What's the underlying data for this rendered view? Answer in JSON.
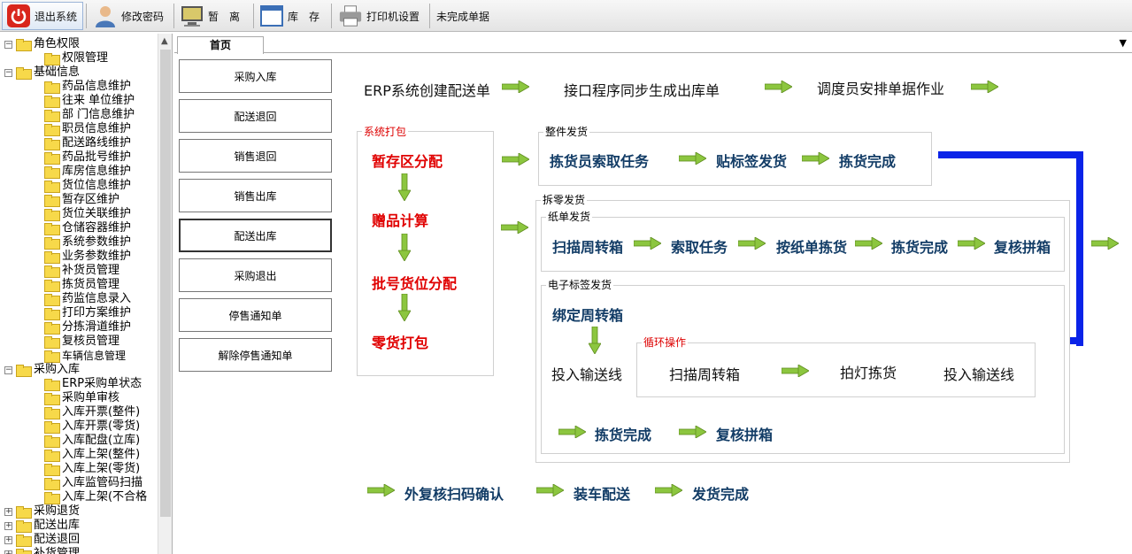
{
  "toolbar": {
    "logout": "退出系统",
    "change_password": "修改密码",
    "hold": "暂　离",
    "inventory": "库　存",
    "printer_settings": "打印机设置",
    "unfinished": "未完成单据"
  },
  "tree": {
    "items": [
      "角色权限",
      "权限管理",
      "基础信息",
      "药品信息维护",
      "往来 单位维护",
      "部 门信息维护",
      "职员信息维护",
      "配送路线维护",
      "药品批号维护",
      "库房信息维护",
      "货位信息维护",
      "暂存区维护",
      "货位关联维护",
      "仓储容器维护",
      "系统参数维护",
      "业务参数维护",
      "补货员管理",
      "拣货员管理",
      "药监信息录入",
      "打印方案维护",
      "分拣滑道维护",
      "复核员管理",
      "车辆信息管理",
      "采购入库",
      "ERP采购单状态",
      "采购单审核",
      "入库开票(整件)",
      "入库开票(零货)",
      "入库配盘(立库)",
      "入库上架(整件)",
      "入库上架(零货)",
      "入库监管码扫描",
      "入库上架(不合格",
      "采购退货",
      "配送出库",
      "配送退回",
      "补货管理"
    ]
  },
  "tabs": {
    "home": "首页"
  },
  "side_buttons": [
    "采购入库",
    "配送退回",
    "销售退回",
    "销售出库",
    "配送出库",
    "采购退出",
    "停售通知单",
    "解除停售通知单"
  ],
  "flow": {
    "top1": "ERP系统创建配送单",
    "top2": "接口程序同步生成出库单",
    "top3": "调度员安排单据作业",
    "sys_print_title": "系统打包",
    "sys_step1": "暂存区分配",
    "sys_step2": "赠品计算",
    "sys_step3": "批号货位分配",
    "sys_step4": "零货打包",
    "whole_title": "整件发货",
    "whole1": "拣货员索取任务",
    "whole2": "贴标签发货",
    "whole3": "拣货完成",
    "split_title": "拆零发货",
    "paper_title": "纸单发货",
    "paper1": "扫描周转箱",
    "paper2": "索取任务",
    "paper3": "按纸单拣货",
    "paper4": "拣货完成",
    "paper5": "复核拼箱",
    "elabel_title": "电子标签发货",
    "elabel1": "绑定周转箱",
    "elabel2": "投入输送线",
    "loop_title": "循环操作",
    "loop1": "扫描周转箱",
    "loop2": "拍灯拣货",
    "loop3": "投入输送线",
    "elabel3": "拣货完成",
    "elabel4": "复核拼箱",
    "bottom1": "外复核扫码确认",
    "bottom2": "装车配送",
    "bottom3": "发货完成"
  },
  "colors": {
    "arrow": "#8cc63f",
    "connector": "#0a23e8",
    "red_step": "#e00000",
    "blue_step": "#123c66"
  }
}
